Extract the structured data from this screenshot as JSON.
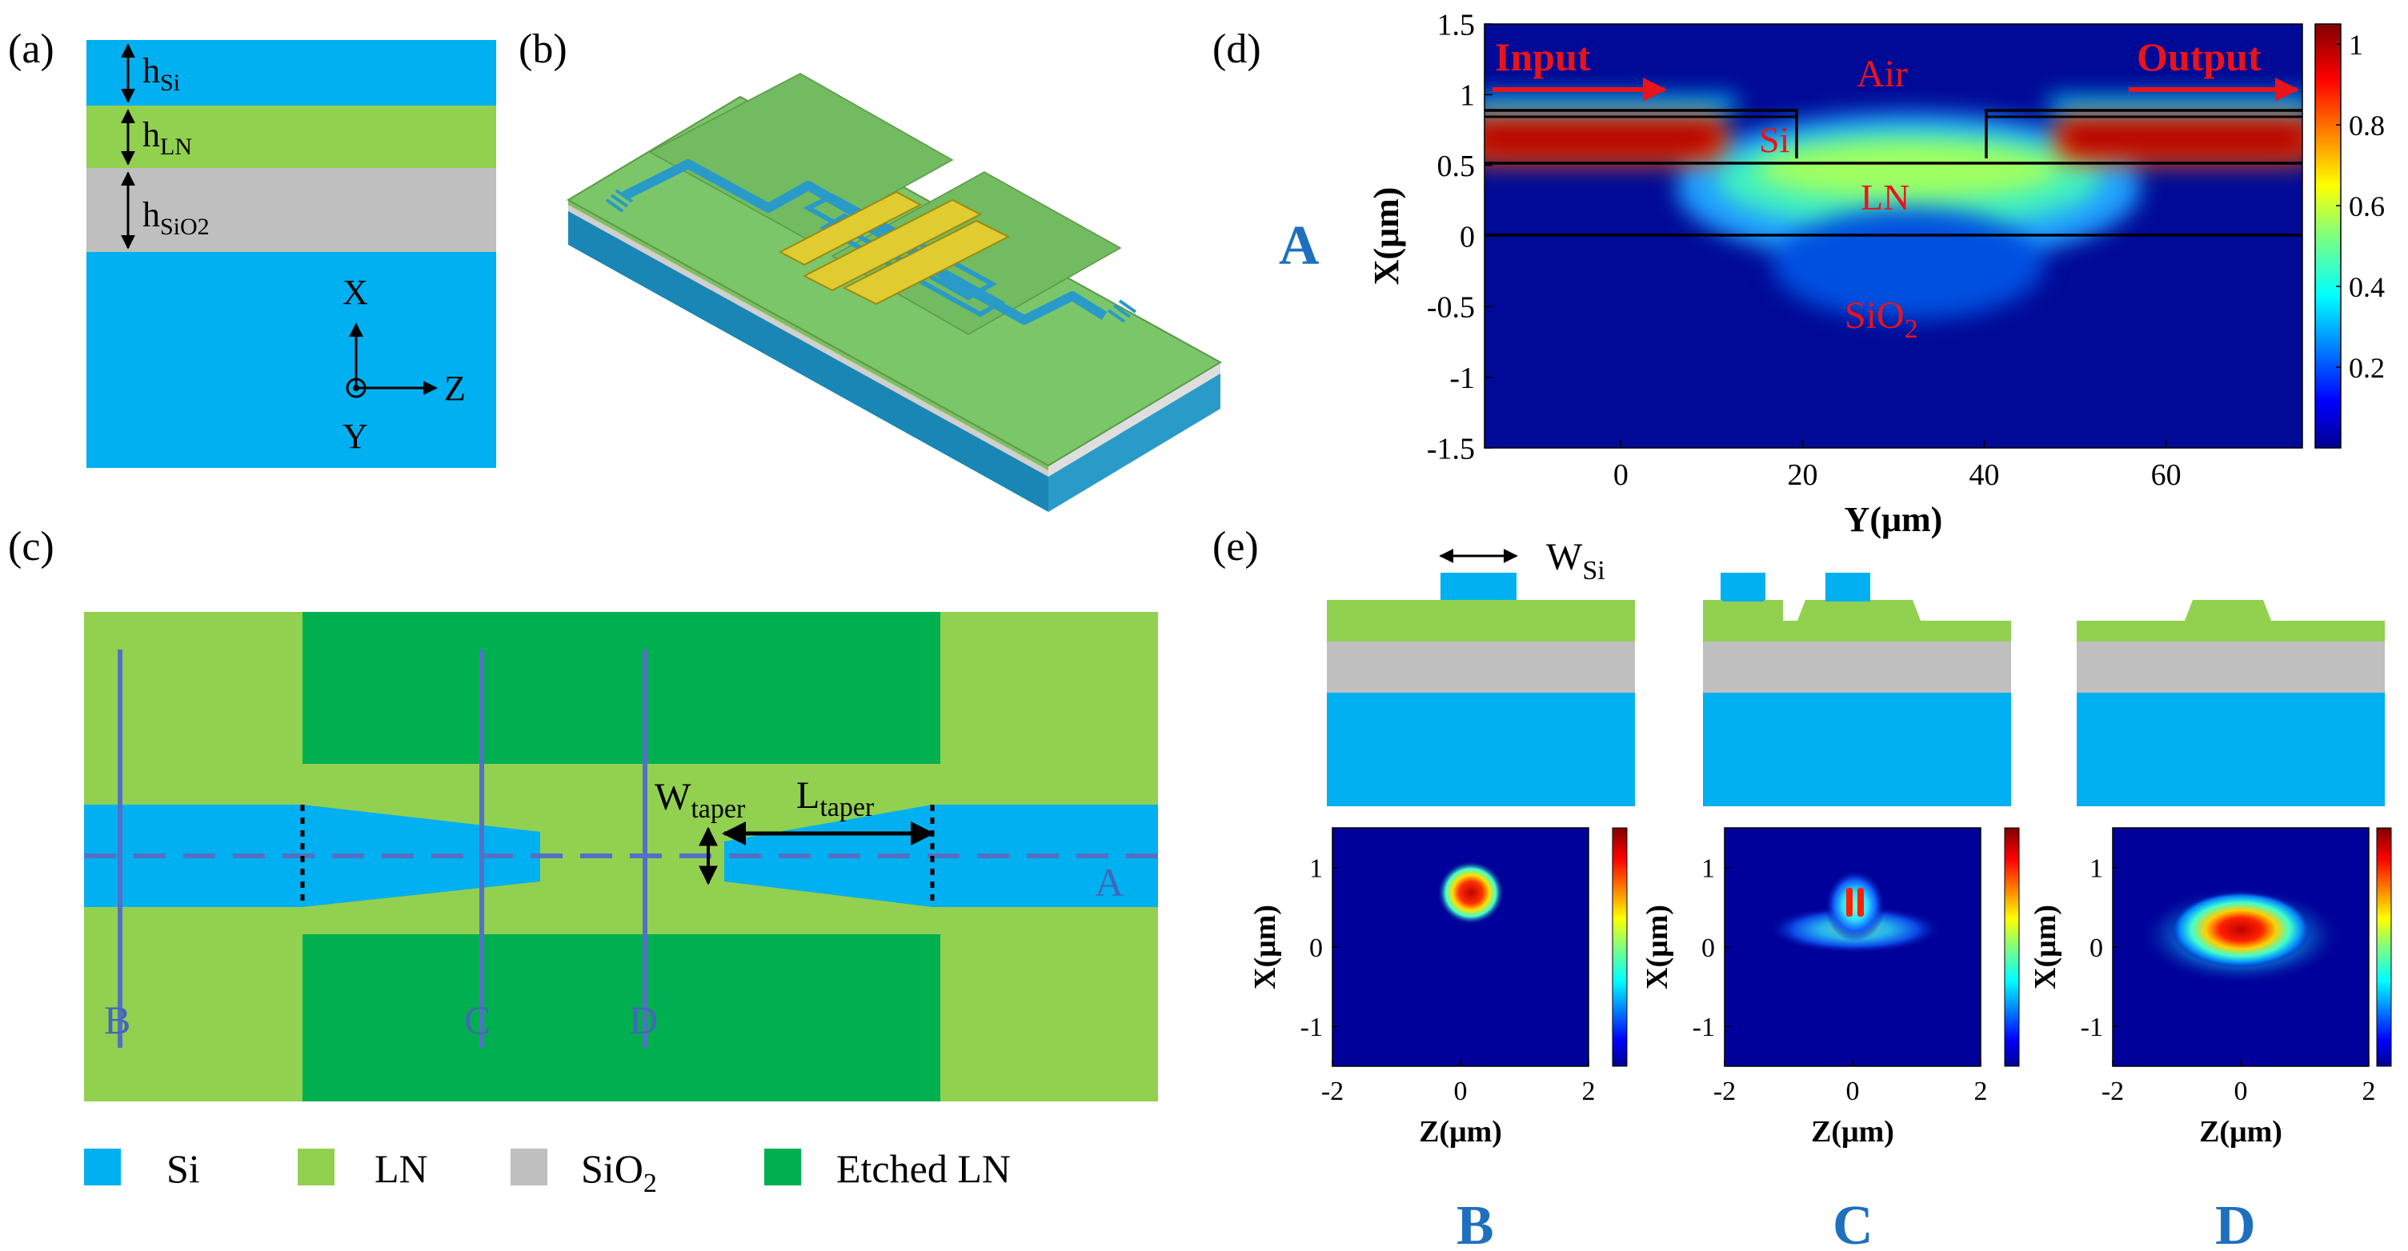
{
  "panels": {
    "a": {
      "label": "(a)",
      "h_si": {
        "base": "h",
        "sub": "Si"
      },
      "h_ln": {
        "base": "h",
        "sub": "LN"
      },
      "h_sio2": {
        "base": "h",
        "sub": "SiO2"
      },
      "axis_x": "X",
      "axis_y": "Y",
      "axis_z": "Z"
    },
    "b": {
      "label": "(b)"
    },
    "c": {
      "label": "(c)",
      "w_taper": {
        "base": "W",
        "sub": "taper"
      },
      "l_taper": {
        "base": "L",
        "sub": "taper"
      },
      "cut_b": "B",
      "cut_c": "C",
      "cut_d": "D",
      "cut_a": "A"
    },
    "d": {
      "label": "(d)",
      "side_label": "A",
      "input": "Input",
      "output": "Output",
      "air": "Air",
      "si": "Si",
      "ln": "LN",
      "sio2": {
        "base": "SiO",
        "sub": "2"
      }
    },
    "e": {
      "label": "(e)",
      "w_si": {
        "base": "W",
        "sub": "Si"
      },
      "labels": [
        "B",
        "C",
        "D"
      ]
    }
  },
  "legend": {
    "items": [
      {
        "label": "Si",
        "sub": "",
        "color": "#00b0f0"
      },
      {
        "label": "LN",
        "sub": "",
        "color": "#92d050"
      },
      {
        "label": "SiO",
        "sub": "2",
        "color": "#bfbfbf"
      },
      {
        "label": "Etched LN",
        "sub": "",
        "color": "#00b050"
      }
    ]
  },
  "colors": {
    "si": "#00b0f0",
    "ln": "#92d050",
    "sio2": "#bfbfbf",
    "etched_ln": "#00b050",
    "cut_line": "#5470c6",
    "accent_blue": "#1f6fbf",
    "red_label": "#e8141b"
  },
  "chart_data": [
    {
      "id": "d",
      "type": "heatmap",
      "xlabel": "Y(μm)",
      "ylabel": "X(μm)",
      "xlim": [
        -15,
        75
      ],
      "ylim": [
        -1.5,
        1.5
      ],
      "xticks": [
        0,
        20,
        40,
        60
      ],
      "yticks": [
        1.5,
        1,
        0.5,
        0,
        -0.5,
        -1,
        -1.5
      ],
      "colorbar": {
        "range": [
          0,
          1.05
        ],
        "ticks": [
          0.2,
          0.4,
          0.6,
          0.8,
          1
        ]
      },
      "structure_lines": {
        "ln_top": 0.5,
        "ln_bottom": 0,
        "si_top": 0.8,
        "si_end_left": 20,
        "si_start_right": 40
      }
    },
    {
      "id": "e-B",
      "type": "heatmap",
      "xlabel": "Z(μm)",
      "ylabel": "X(μm)",
      "xlim": [
        -2,
        2
      ],
      "ylim": [
        -1.5,
        1.5
      ],
      "xticks": [
        -2,
        0,
        2
      ],
      "yticks": [
        1,
        0,
        -1
      ],
      "mode_center": [
        0,
        0.65
      ],
      "mode_width": [
        0.35,
        0.35
      ]
    },
    {
      "id": "e-C",
      "type": "heatmap",
      "xlabel": "Z(μm)",
      "ylabel": "X(μm)",
      "xlim": [
        -2,
        2
      ],
      "ylim": [
        -1.5,
        1.5
      ],
      "xticks": [
        -2,
        0,
        2
      ],
      "yticks": [
        1,
        0,
        -1
      ],
      "mode_center": [
        0,
        0.6
      ],
      "mode_width": [
        0.4,
        0.5
      ]
    },
    {
      "id": "e-D",
      "type": "heatmap",
      "xlabel": "Z(μm)",
      "ylabel": "X(μm)",
      "xlim": [
        -2,
        2
      ],
      "ylim": [
        -1.5,
        1.5
      ],
      "xticks": [
        -2,
        0,
        2
      ],
      "yticks": [
        1,
        0,
        -1
      ],
      "mode_center": [
        0,
        0.25
      ],
      "mode_width": [
        0.8,
        0.4
      ]
    }
  ]
}
